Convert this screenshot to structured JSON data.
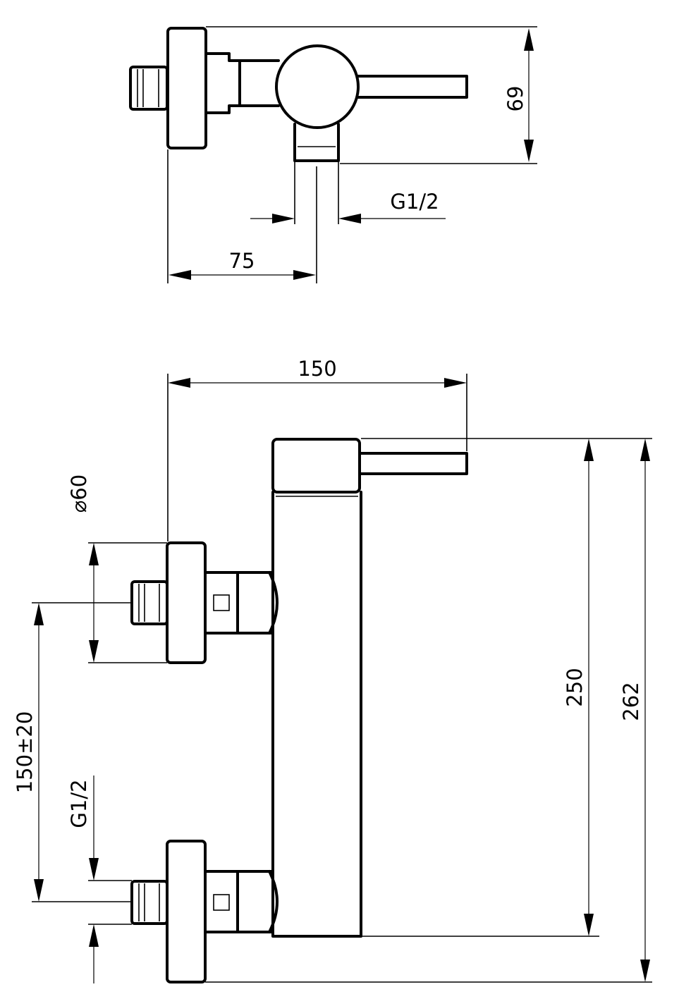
{
  "top_view": {
    "height_label": "69",
    "thread_label": "G1/2",
    "offset_label": "75"
  },
  "front_view": {
    "width_label": "150",
    "diameter_label": "⌀60",
    "body_height_label": "250",
    "total_height_label": "262",
    "spacing_label": "150±20",
    "thread_label": "G1/2"
  }
}
